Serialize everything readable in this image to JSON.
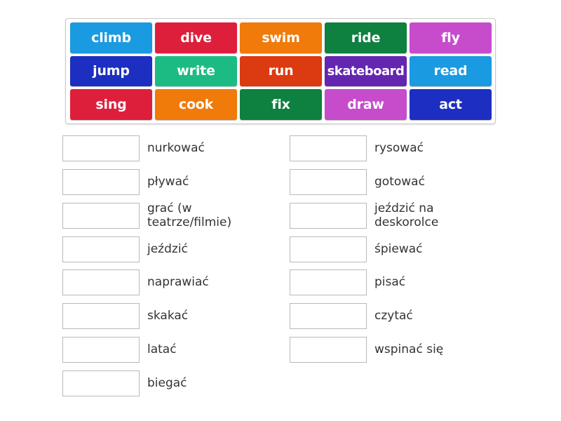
{
  "word_bank": {
    "tiles": [
      {
        "label": "climb",
        "color": "#1a9ae0"
      },
      {
        "label": "dive",
        "color": "#dd1f3c"
      },
      {
        "label": "swim",
        "color": "#f07a0a"
      },
      {
        "label": "ride",
        "color": "#0e8040"
      },
      {
        "label": "fly",
        "color": "#c64ccc"
      },
      {
        "label": "jump",
        "color": "#1c2fc0"
      },
      {
        "label": "write",
        "color": "#1dbb84"
      },
      {
        "label": "run",
        "color": "#dc3a10"
      },
      {
        "label": "skateboard",
        "color": "#6426b0"
      },
      {
        "label": "read",
        "color": "#1a9ae0"
      },
      {
        "label": "sing",
        "color": "#dd1f3c"
      },
      {
        "label": "cook",
        "color": "#f07a0a"
      },
      {
        "label": "fix",
        "color": "#0e8040"
      },
      {
        "label": "draw",
        "color": "#c64ccc"
      },
      {
        "label": "act",
        "color": "#1c2fc0"
      }
    ]
  },
  "targets": {
    "left": [
      {
        "label": "nurkować",
        "value": ""
      },
      {
        "label": "pływać",
        "value": ""
      },
      {
        "label": "grać (w teatrze/filmie)",
        "value": ""
      },
      {
        "label": "jeździć",
        "value": ""
      },
      {
        "label": "naprawiać",
        "value": ""
      },
      {
        "label": "skakać",
        "value": ""
      },
      {
        "label": "latać",
        "value": ""
      },
      {
        "label": "biegać",
        "value": ""
      }
    ],
    "right": [
      {
        "label": "rysować",
        "value": ""
      },
      {
        "label": "gotować",
        "value": ""
      },
      {
        "label": "jeździć na deskorolce",
        "value": ""
      },
      {
        "label": "śpiewać",
        "value": ""
      },
      {
        "label": "pisać",
        "value": ""
      },
      {
        "label": "czytać",
        "value": ""
      },
      {
        "label": "wspinać się",
        "value": ""
      }
    ]
  }
}
